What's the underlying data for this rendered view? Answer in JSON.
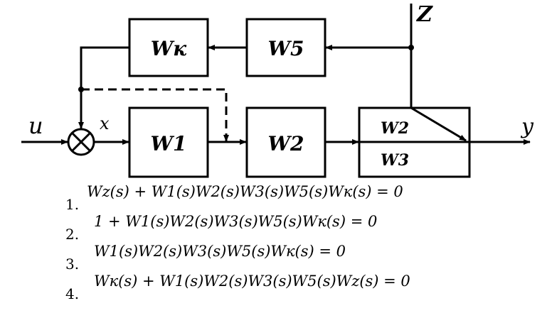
{
  "diagram": {
    "blocks": {
      "wk": "Wк",
      "w5": "W5",
      "w1": "W1",
      "w2": "W2",
      "w_upper": "W2",
      "w_lower": "W3"
    },
    "signals": {
      "input": "u",
      "error": "x",
      "output": "y",
      "disturbance": "Z"
    }
  },
  "answers": [
    {
      "num": "1.",
      "formula": "Wz(s) + W1(s)W2(s)W3(s)W5(s)Wк(s) = 0"
    },
    {
      "num": "2.",
      "formula": "1 + W1(s)W2(s)W3(s)W5(s)Wк(s) = 0"
    },
    {
      "num": "3.",
      "formula": "W1(s)W2(s)W3(s)W5(s)Wк(s) = 0"
    },
    {
      "num": "4.",
      "formula": "Wк(s) + W1(s)W2(s)W3(s)W5(s)Wz(s) = 0"
    }
  ]
}
